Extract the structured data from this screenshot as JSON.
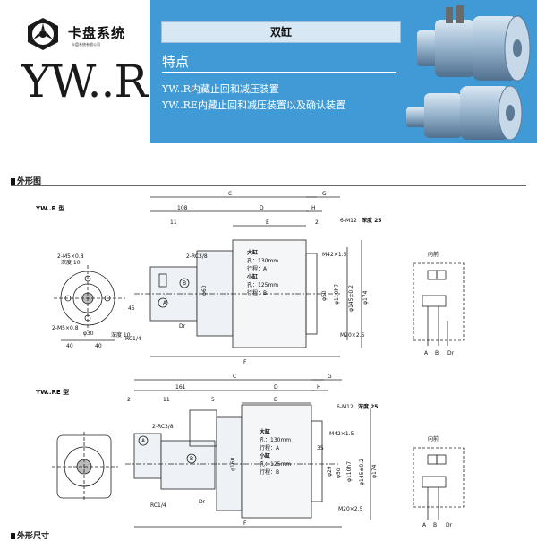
{
  "header": {
    "company_name": "卡盘系统",
    "company_sub": "卡盘系统有限公司",
    "model_code": "YW..R",
    "product_type": "双缸",
    "features_title": "特点",
    "feature_lines": [
      "YW..R内藏止回和减压装置",
      "YW..RE内藏止回和减压装置以及确认装置"
    ]
  },
  "sections": {
    "outline": "外形图",
    "dimensions": "外形尺寸"
  },
  "drawing_r": {
    "label": "YW..R 型",
    "dims": {
      "c": "C",
      "g": "G",
      "h": "H",
      "d": "D",
      "e": "E",
      "f": "F",
      "d108": "108",
      "d11": "11",
      "d2": "2",
      "d40a": "40",
      "d40b": "40",
      "d45": "45",
      "phi30": "φ30",
      "phi60": "φ60",
      "phi50": "φ50",
      "phi110": "φ110h7",
      "phi174": "φ174",
      "phi145": "φ145±0.2",
      "m42": "M42×1.5",
      "m20": "M20×2.5",
      "m12": "6-M12",
      "m12b": "深度 25"
    },
    "ports": {
      "m5a": "2-M5×0.8",
      "m5a_depth": "深度 10",
      "m5b": "2-M5×0.8",
      "m5b_depth": "深度 10",
      "rc38": "2-RC3/8",
      "rc14": "RC1/4",
      "a": "A",
      "b": "B",
      "dr": "Dr"
    },
    "spec": [
      "大缸",
      "孔：130mm",
      "行程：A",
      "小缸",
      "孔：125mm",
      "行程：B"
    ],
    "circuit": {
      "title": "向前",
      "a": "A",
      "b": "B",
      "dr": "Dr"
    }
  },
  "drawing_re": {
    "label": "YW..RE 型",
    "dims": {
      "c": "C",
      "g": "G",
      "h": "H",
      "d": "D",
      "e": "E",
      "f": "F",
      "d161": "161",
      "d11": "11",
      "d2": "2",
      "d5": "5",
      "phi160": "φ160",
      "phi145": "φ145±0.2",
      "phi110": "φ110h7",
      "phi174": "φ174",
      "phi50": "φ50",
      "phi29": "φ29",
      "m42": "M42×1.5",
      "m20": "M20×2.5",
      "m12": "6-M12",
      "m12b": "深度 25",
      "d35": "35"
    },
    "ports": {
      "rc38": "2-RC3/8",
      "rc14": "RC1/4",
      "a": "A",
      "b": "B",
      "dr": "Dr"
    },
    "spec": [
      "大缸",
      "孔：130mm",
      "行程：A",
      "小缸",
      "孔：125mm",
      "行程：B"
    ],
    "circuit": {
      "title": "向前",
      "a": "A",
      "b": "B",
      "dr": "Dr"
    }
  }
}
